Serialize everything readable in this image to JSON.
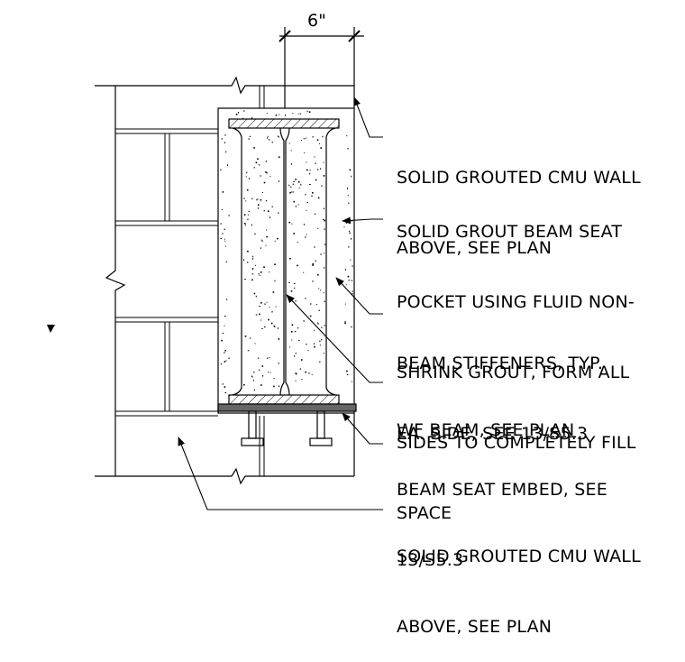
{
  "dimension": {
    "label": "6\""
  },
  "notes": [
    {
      "id": "cmu-wall-top",
      "lines": [
        "SOLID GROUTED CMU WALL",
        "ABOVE, SEE PLAN"
      ]
    },
    {
      "id": "grout-pocket",
      "lines": [
        "SOLID GROUT BEAM SEAT",
        "POCKET USING FLUID NON-",
        "SHRINK GROUT, FORM ALL",
        "SIDES TO COMPLETELY FILL",
        "SPACE"
      ]
    },
    {
      "id": "stiffeners",
      "lines": [
        "BEAM STIFFENERS, TYP.",
        "EA. SIDE, SEE 13/S5.3"
      ]
    },
    {
      "id": "wf-beam",
      "lines": [
        "WF BEAM, SEE PLAN"
      ]
    },
    {
      "id": "seat-embed",
      "lines": [
        "BEAM SEAT EMBED, SEE",
        "13/S5.3"
      ]
    },
    {
      "id": "cmu-wall-bottom",
      "lines": [
        "SOLID GROUTED CMU WALL",
        "ABOVE, SEE PLAN"
      ]
    }
  ]
}
